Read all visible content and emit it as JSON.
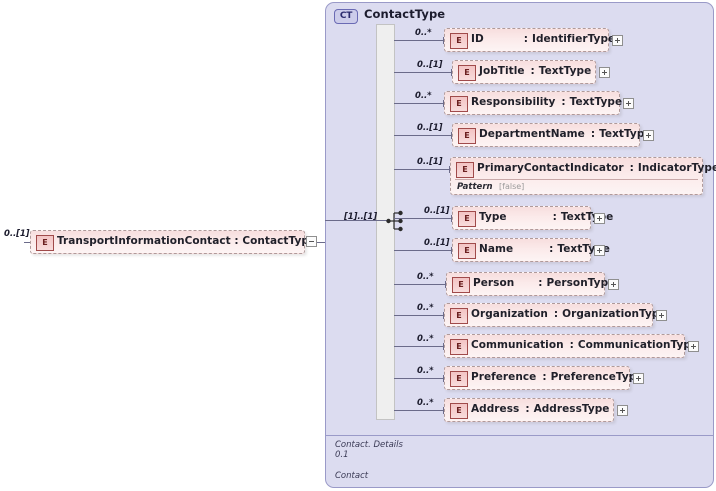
{
  "diagram": {
    "type": "xsd-schema-diagram",
    "root_element": {
      "icon": "E",
      "name": "TransportInformationContact",
      "separator": ":",
      "type": "ContactType",
      "cardinality": "0..[1]",
      "toggle": "collapse-minus"
    },
    "complex_type": {
      "badge": "CT",
      "title": "ContactType",
      "model_group": {
        "icon": "sequence-connector",
        "cardinality": "[1]..[1]"
      },
      "footer": {
        "line1": "Contact. Details",
        "line2": "0.1",
        "line3": "Contact"
      },
      "children": [
        {
          "icon": "E",
          "name": "ID",
          "separator": ":",
          "type": "IdentifierType",
          "cardinality": "0..*",
          "toggle": "expand-plus",
          "name_pad": 34
        },
        {
          "icon": "E",
          "name": "JobTitle",
          "separator": ":",
          "type": "TextType",
          "cardinality": "0..[1]",
          "toggle": "expand-plus",
          "name_pad": 0
        },
        {
          "icon": "E",
          "name": "Responsibility",
          "separator": ":",
          "type": "TextType",
          "cardinality": "0..*",
          "toggle": "expand-plus",
          "name_pad": 0
        },
        {
          "icon": "E",
          "name": "DepartmentName",
          "separator": ":",
          "type": "TextType",
          "cardinality": "0..[1]",
          "toggle": "expand-plus",
          "name_pad": 0
        },
        {
          "icon": "E",
          "name": "PrimaryContactIndicator",
          "separator": ":",
          "type": "IndicatorType",
          "cardinality": "0..[1]",
          "toggle": "none",
          "name_pad": 0,
          "facet": {
            "label": "Pattern",
            "value": "[false]"
          }
        },
        {
          "icon": "E",
          "name": "Type",
          "separator": ":",
          "type": "TextType",
          "cardinality": "0..[1]",
          "toggle": "expand-plus",
          "name_pad": 40
        },
        {
          "icon": "E",
          "name": "Name",
          "separator": ":",
          "type": "TextType",
          "cardinality": "0..[1]",
          "toggle": "expand-plus",
          "name_pad": 30
        },
        {
          "icon": "E",
          "name": "Person",
          "separator": ":",
          "type": "PersonType",
          "cardinality": "0..*",
          "toggle": "expand-plus",
          "name_pad": 18
        },
        {
          "icon": "E",
          "name": "Organization",
          "separator": ":",
          "type": "OrganizationType",
          "cardinality": "0..*",
          "toggle": "expand-plus",
          "name_pad": 0
        },
        {
          "icon": "E",
          "name": "Communication",
          "separator": ":",
          "type": "CommunicationType",
          "cardinality": "0..*",
          "toggle": "expand-plus",
          "name_pad": 0
        },
        {
          "icon": "E",
          "name": "Preference",
          "separator": ":",
          "type": "PreferenceType",
          "cardinality": "0..*",
          "toggle": "expand-plus",
          "name_pad": 0
        },
        {
          "icon": "E",
          "name": "Address",
          "separator": ":",
          "type": "AddressType",
          "cardinality": "0..*",
          "toggle": "expand-plus",
          "name_pad": 0
        }
      ]
    },
    "colors": {
      "container_fill": "#dcdcf0",
      "container_border": "#9a9ac8",
      "element_fill": "#fbeaea",
      "element_border": "#b09a9a",
      "badge_border": "#a04a4a",
      "group_bar": "#efefef",
      "connector_line": "#6b6b8a"
    }
  }
}
